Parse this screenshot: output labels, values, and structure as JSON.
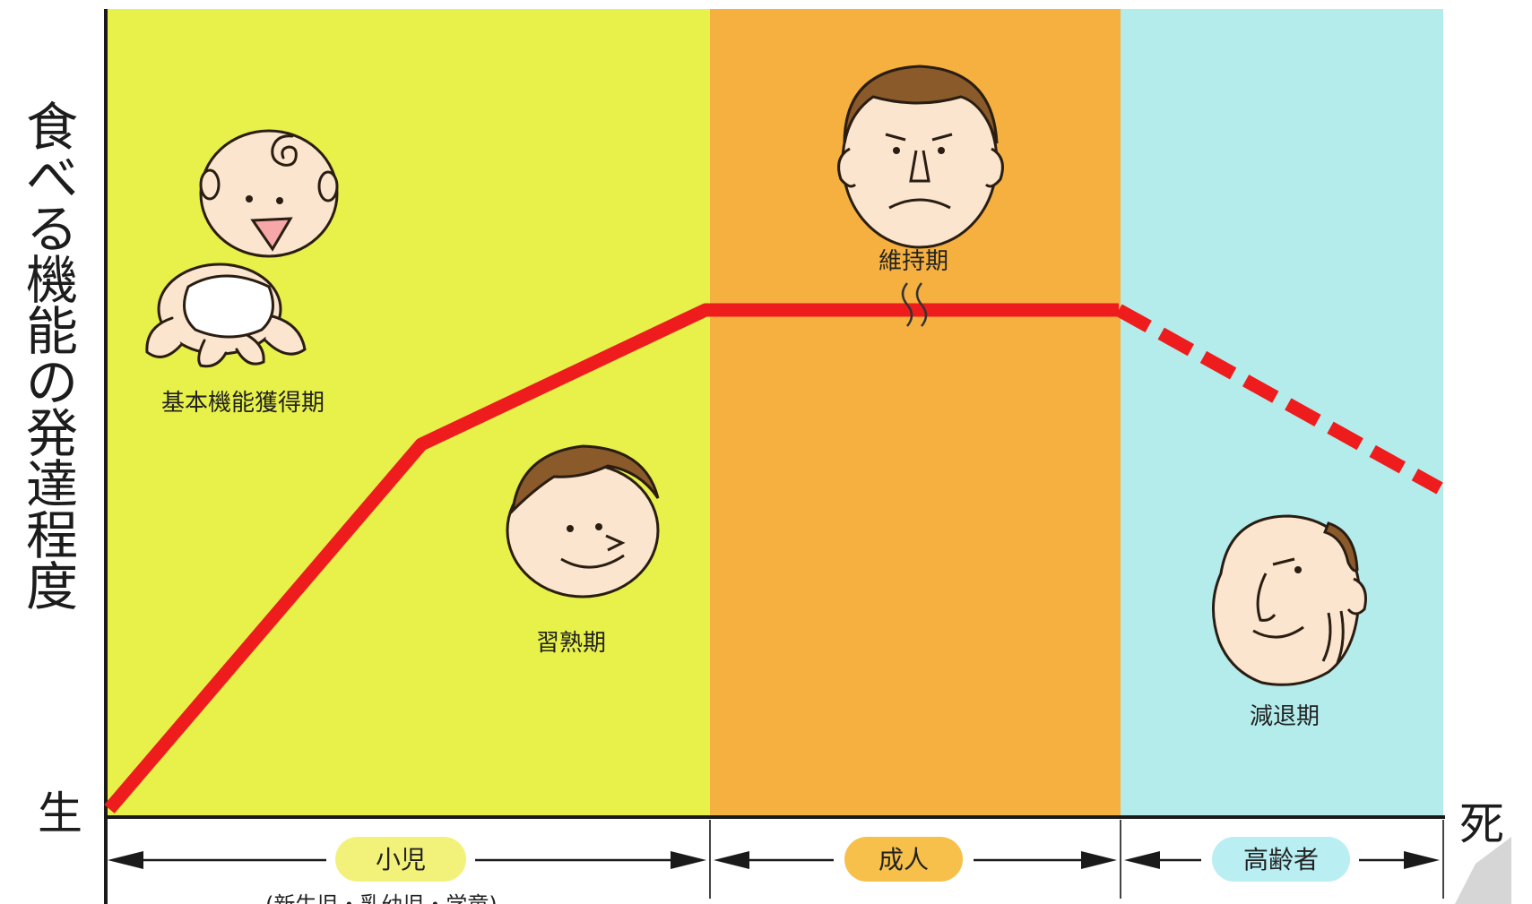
{
  "y_axis_label": "食べる機能の発達程度",
  "birth_label": "生",
  "death_label": "死",
  "stages": [
    {
      "key": "acquisition",
      "label": "基本機能獲得期"
    },
    {
      "key": "maturity",
      "label": "習熟期"
    },
    {
      "key": "maintenance",
      "label": "維持期"
    },
    {
      "key": "decline",
      "label": "減退期"
    }
  ],
  "periods": [
    {
      "key": "child",
      "label": "小児",
      "note": "(新生児・乳幼児・学童)",
      "color": "#f2f27a"
    },
    {
      "key": "adult",
      "label": "成人",
      "color": "#f6c04a"
    },
    {
      "key": "elderly",
      "label": "高齢者",
      "color": "#b9eef2"
    }
  ],
  "colors": {
    "zone_child": "#e8f04a",
    "zone_adult": "#f5b040",
    "zone_elderly": "#b4ecec",
    "curve": "#ee1c1c",
    "axis": "#1a1a1a"
  },
  "chart_data": {
    "type": "line",
    "x": [
      "生",
      "基本機能獲得期",
      "習熟期",
      "維持期",
      "減退期",
      "死"
    ],
    "series": [
      {
        "values": [
          0,
          0.46,
          0.64,
          0.64,
          0.41
        ],
        "style": "solid to maintenance, dashed in decline"
      }
    ]
  },
  "icons": [
    "baby-icon",
    "child-face-icon",
    "adult-face-icon",
    "elderly-face-icon",
    "squiggle-break-icon",
    "speaker-icon"
  ]
}
